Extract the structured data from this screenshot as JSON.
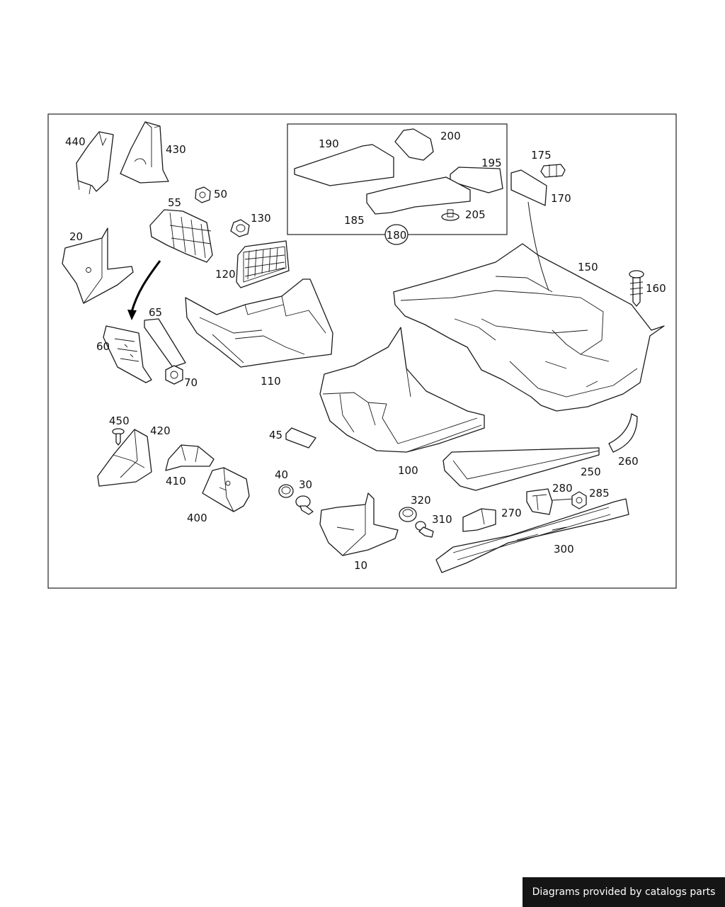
{
  "labels": {
    "p10": "10",
    "p20": "20",
    "p30": "30",
    "p40": "40",
    "p45": "45",
    "p50": "50",
    "p55": "55",
    "p60": "60",
    "p65": "65",
    "p70": "70",
    "p100": "100",
    "p110": "110",
    "p120": "120",
    "p130": "130",
    "p150": "150",
    "p160": "160",
    "p170": "170",
    "p175": "175",
    "p180": "180",
    "p185": "185",
    "p190": "190",
    "p195": "195",
    "p200": "200",
    "p205": "205",
    "p250": "250",
    "p260": "260",
    "p270": "270",
    "p280": "280",
    "p285": "285",
    "p300": "300",
    "p310": "310",
    "p320": "320",
    "p400": "400",
    "p410": "410",
    "p420": "420",
    "p430": "430",
    "p440": "440",
    "p450": "450"
  },
  "footer": {
    "credit": "Diagrams provided by catalogs parts"
  }
}
